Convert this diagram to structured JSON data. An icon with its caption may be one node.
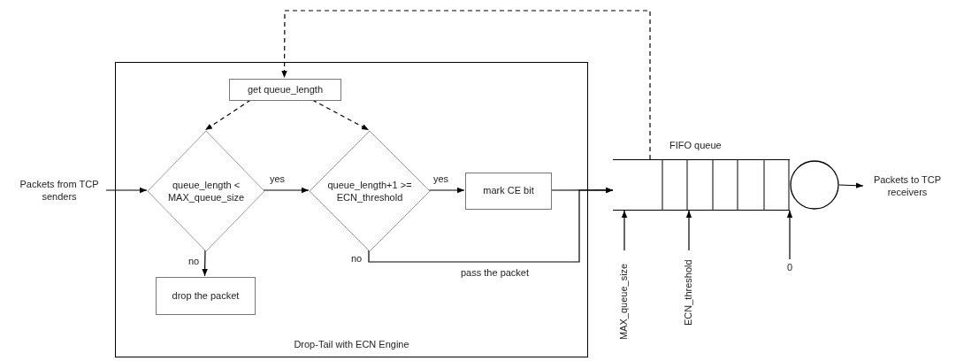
{
  "diagram": {
    "nodes": [
      {
        "text": [
          "Drop-Tail with ECN Engine"
        ]
      },
      {
        "text": [
          "get queue_length"
        ],
        "in": 0
      },
      {
        "text": [
          "queue_length < MAX_queue_size"
        ],
        "in": 0
      },
      {
        "text": [
          "queue_length+1 >= ECN_threshold"
        ],
        "in": 0
      },
      {
        "text": [
          "mark CE bit"
        ],
        "in": 0
      },
      {
        "text": [
          "drop the packet"
        ],
        "in": 0
      },
      {
        "text": [
          "Packets from TCP senders"
        ]
      },
      {
        "text": [
          "FIFO queue"
        ]
      },
      {
        "text": [],
        "shape": "circle"
      },
      {
        "text": [
          "Packets to TCP receivers"
        ]
      },
      {
        "text": [
          "MAX_queue_size"
        ]
      },
      {
        "text": [
          "ECN_threshold"
        ]
      },
      {
        "text": [
          "0"
        ]
      }
    ],
    "edges": [
      {
        "from": 6,
        "to": 2,
        "arrow": "to"
      },
      {
        "from": 2,
        "to": 3,
        "arrow": "to",
        "label": "yes"
      },
      {
        "from": 3,
        "to": 4,
        "arrow": "to",
        "label": "yes"
      },
      {
        "from": 2,
        "to": 5,
        "arrow": "to",
        "label": "no"
      },
      {
        "from": 1,
        "to": 2,
        "arrow": "to",
        "style": "dashed"
      },
      {
        "from": 1,
        "to": 3,
        "arrow": "to",
        "style": "dashed"
      },
      {
        "from": 3,
        "to": 7,
        "arrow": "to",
        "label": "pass the packet"
      },
      {
        "from": 4,
        "to": 7,
        "arrow": "to"
      },
      {
        "from": 7,
        "to": 1,
        "arrow": "to",
        "style": "dashed"
      },
      {
        "from": 8,
        "to": 9,
        "arrow": "to"
      },
      {
        "from": 10,
        "to": 7,
        "arrow": "to"
      },
      {
        "from": 11,
        "to": 7,
        "arrow": "to"
      },
      {
        "from": 12,
        "to": 7,
        "arrow": "to"
      }
    ],
    "labels": [
      "no"
    ]
  }
}
